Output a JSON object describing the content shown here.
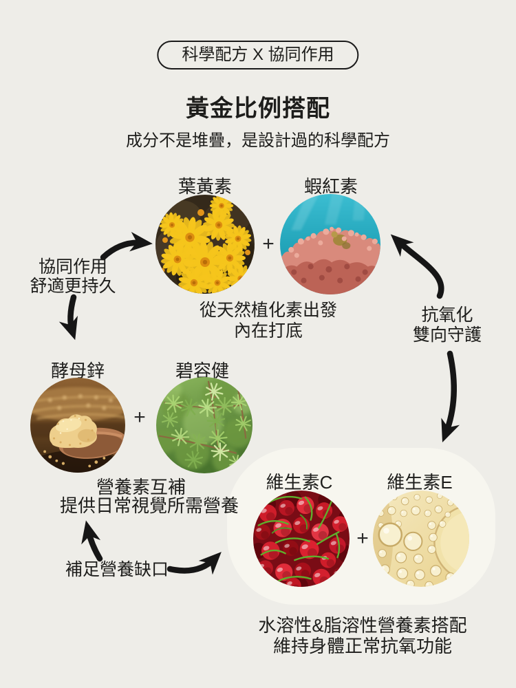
{
  "colors": {
    "background": "#eeede8",
    "text": "#1d1d1b",
    "arrow": "#161616",
    "blob": "#f7f6ef"
  },
  "badge": {
    "label": "科學配方 X 協同作用"
  },
  "header": {
    "title": "黃金比例搭配",
    "subtitle": "成分不是堆疊，是設計過的科學配方"
  },
  "pair1": {
    "left_label": "葉黃素",
    "right_label": "蝦紅素",
    "plus": "+",
    "caption_line1": "從天然植化素出發",
    "caption_line2": "內在打底",
    "left_image": "yellow-daisies-photo",
    "right_image": "red-algae-underwater-photo"
  },
  "pair2": {
    "left_label": "酵母鋅",
    "right_label": "碧容健",
    "plus": "+",
    "caption_line1": "營養素互補",
    "caption_line2": "提供日常視覺所需營養",
    "left_image": "yeast-powder-spoon-photo",
    "right_image": "pine-branches-photo"
  },
  "pair3": {
    "left_label": "維生素C",
    "right_label": "維生素E",
    "plus": "+",
    "caption_line1": "水溶性&脂溶性營養素搭配",
    "caption_line2": "維持身體正常抗氧功能",
    "left_image": "red-cherries-photo",
    "right_image": "golden-oil-bubbles-photo"
  },
  "annotations": {
    "synergy_line1": "協同作用",
    "synergy_line2": "舒適更持久",
    "antioxidant_line1": "抗氧化",
    "antioxidant_line2": "雙向守護",
    "gap_label": "補足營養缺口"
  }
}
